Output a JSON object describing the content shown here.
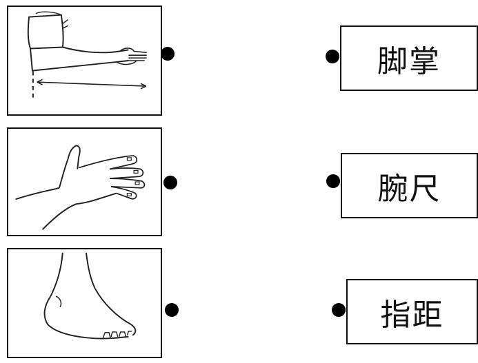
{
  "words": [
    "脚掌",
    "腕尺",
    "指距"
  ]
}
